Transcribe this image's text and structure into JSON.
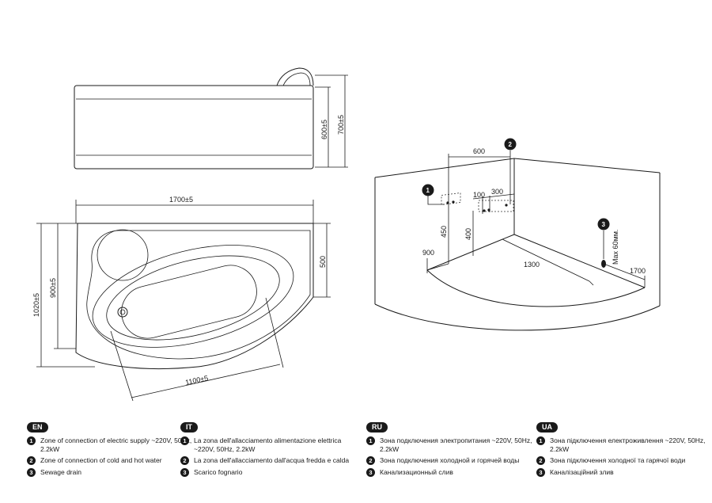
{
  "side_view": {
    "dim_inner": "600±5",
    "dim_outer": "700±5"
  },
  "top_view": {
    "dim_length": "1700±5",
    "dim_height": "1020±5",
    "dim_inner": "900±5",
    "dim_right": "500",
    "dim_inner_length": "1100±5"
  },
  "wall_view": {
    "badge_1": "1",
    "badge_2": "2",
    "badge_3": "3",
    "dim_600": "600",
    "dim_100": "100",
    "dim_300": "300",
    "dim_450": "450",
    "dim_400": "400",
    "dim_900": "900",
    "dim_1300": "1300",
    "dim_1700": "1700",
    "max_label": "Max 60мм."
  },
  "legend": [
    {
      "lang": "EN",
      "items": [
        {
          "num": "1",
          "text": "Zone of connection of electric supply ~220V, 50Hz, 2.2kW"
        },
        {
          "num": "2",
          "text": "Zone of connection of cold and hot water"
        },
        {
          "num": "3",
          "text": "Sewage drain"
        }
      ]
    },
    {
      "lang": "IT",
      "items": [
        {
          "num": "1",
          "text": "La zona dell'allacciamento alimentazione elettrica ~220V, 50Hz, 2.2kW"
        },
        {
          "num": "2",
          "text": "La zona dell'allacciamento dall'acqua fredda e calda"
        },
        {
          "num": "3",
          "text": "Scarico fognario"
        }
      ]
    },
    {
      "lang": "RU",
      "items": [
        {
          "num": "1",
          "text": "Зона подключения электропитания ~220V, 50Hz, 2.2kW"
        },
        {
          "num": "2",
          "text": "Зона подключения холодной и горячей воды"
        },
        {
          "num": "3",
          "text": "Канализационный слив"
        }
      ]
    },
    {
      "lang": "UA",
      "items": [
        {
          "num": "1",
          "text": "Зона підключення електроживлення ~220V, 50Hz, 2.2kW"
        },
        {
          "num": "2",
          "text": "Зона підключення холодної та гарячої води"
        },
        {
          "num": "3",
          "text": "Каналізаційний злив"
        }
      ]
    }
  ]
}
